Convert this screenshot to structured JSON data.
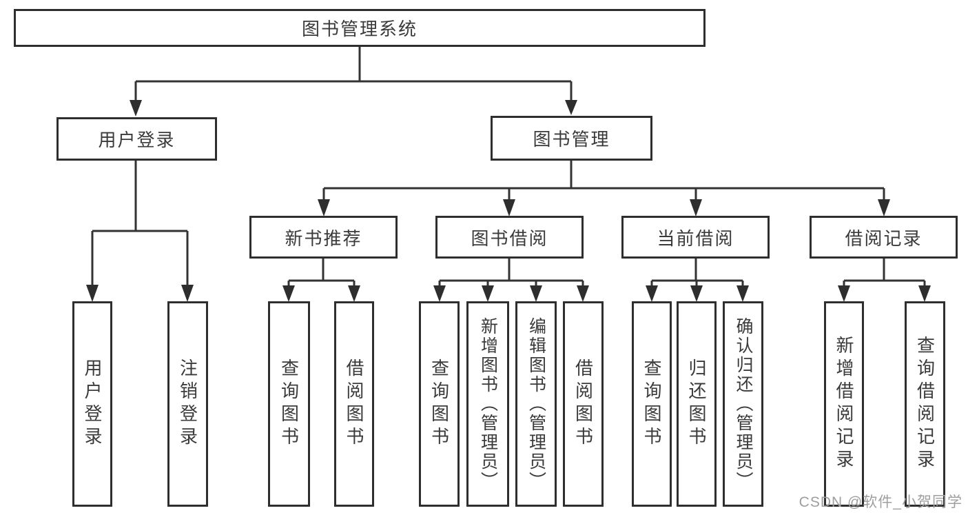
{
  "tree": {
    "label": "图书管理系统",
    "children": [
      {
        "label": "用户登录",
        "children": [
          {
            "label": "用户登录"
          },
          {
            "label": "注销登录"
          }
        ]
      },
      {
        "label": "图书管理",
        "children": [
          {
            "label": "新书推荐",
            "children": [
              {
                "label": "查询图书"
              },
              {
                "label": "借阅图书"
              }
            ]
          },
          {
            "label": "图书借阅",
            "children": [
              {
                "label": "查询图书"
              },
              {
                "label": "新增图书（管理员）"
              },
              {
                "label": "编辑图书（管理员）"
              },
              {
                "label": "借阅图书"
              }
            ]
          },
          {
            "label": "当前借阅",
            "children": [
              {
                "label": "查询图书"
              },
              {
                "label": "归还图书"
              },
              {
                "label": "确认归还（管理员）"
              }
            ]
          },
          {
            "label": "借阅记录",
            "children": [
              {
                "label": "新增借阅记录"
              },
              {
                "label": "查询借阅记录"
              }
            ]
          }
        ]
      }
    ]
  },
  "watermark": "CSDN @软件_小贺同学",
  "colors": {
    "line": "#333333",
    "box_border": "#2e2e2e",
    "text": "#3a3a3a",
    "watermark_text": "#9e9e9e",
    "background": "#ffffff"
  }
}
